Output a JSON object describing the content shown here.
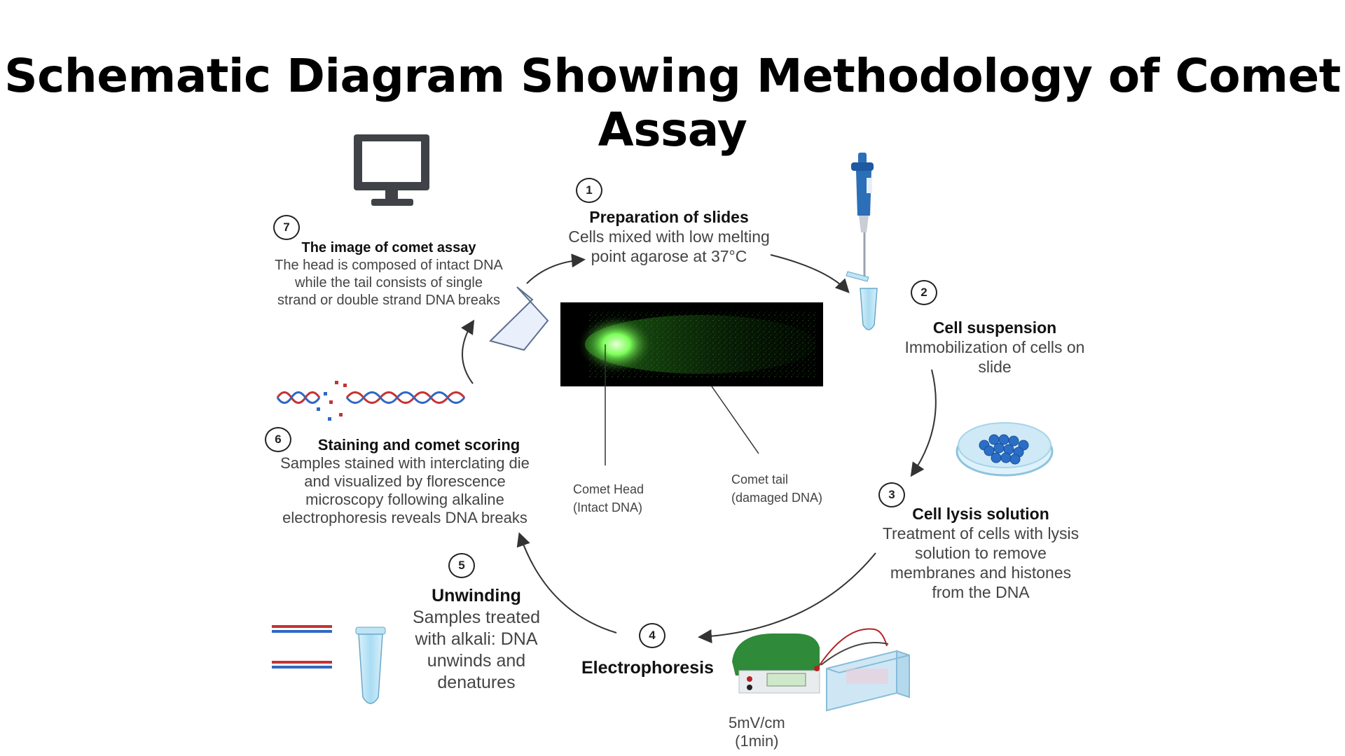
{
  "title": "Schematic Diagram Showing Methodology of Comet Assay",
  "steps": [
    {
      "num": "1",
      "heading": "Preparation of slides",
      "desc": [
        "Cells mixed with low melting",
        "point agarose at 37°C"
      ]
    },
    {
      "num": "2",
      "heading": "Cell suspension",
      "desc": [
        "Immobilization of cells on",
        "slide"
      ]
    },
    {
      "num": "3",
      "heading": "Cell lysis solution",
      "desc": [
        "Treatment of cells with lysis",
        "solution to remove",
        "membranes and histones",
        "from the DNA"
      ]
    },
    {
      "num": "4",
      "heading": "Electrophoresis",
      "desc": [
        "5mV/cm",
        "(1min)"
      ]
    },
    {
      "num": "5",
      "heading": "Unwinding",
      "desc": [
        "Samples treated",
        "with alkali: DNA",
        "unwinds and",
        "denatures"
      ]
    },
    {
      "num": "6",
      "heading": "Staining and comet scoring",
      "desc": [
        "Samples stained with interclating die",
        "and visualized by florescence",
        "microscopy following alkaline",
        "electrophoresis reveals DNA breaks"
      ]
    },
    {
      "num": "7",
      "heading": "The image of comet assay",
      "desc": [
        "The head is composed of intact DNA",
        "while the tail consists of single",
        "strand or double strand DNA breaks"
      ]
    }
  ],
  "comet_labels": {
    "head": [
      "Comet Head",
      "(Intact DNA)"
    ],
    "tail": [
      "Comet tail",
      "(damaged DNA)"
    ]
  },
  "icons": [
    "monitor-icon",
    "pipette-icon",
    "tube-icon",
    "petri-dish-icon",
    "power-supply-icon",
    "gel-tank-icon",
    "dna-helix-icon",
    "microscope-slide-icon"
  ],
  "colors": {
    "comet": "#7dff5a",
    "pipette": "#2a6fb8",
    "tube": "#bfe4f5",
    "power_supply": "#2f8a3a"
  }
}
